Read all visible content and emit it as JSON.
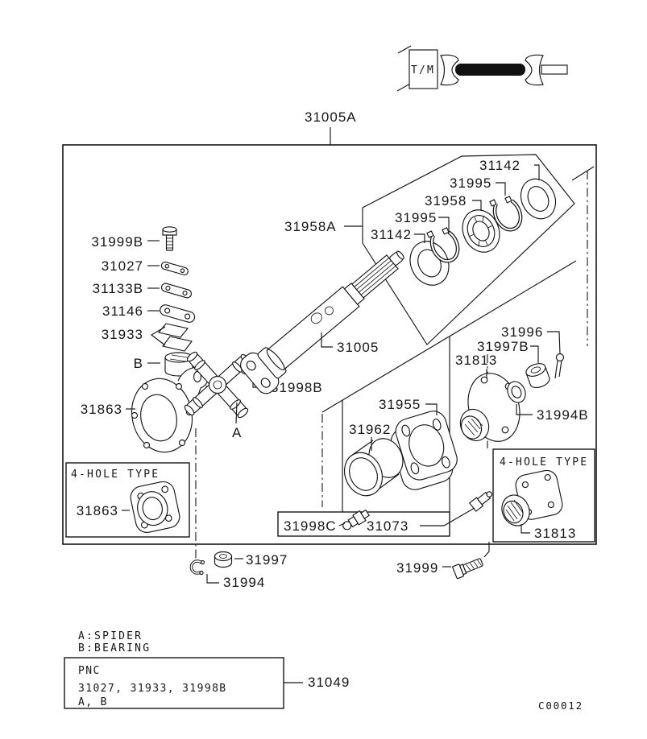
{
  "colors": {
    "line": "#161616",
    "background": "#ffffff"
  },
  "schematic": {
    "tm_label": "T/M"
  },
  "callouts": {
    "assembly": "31005A",
    "p31999b": "31999B",
    "p31027": "31027",
    "p31133b": "31133B",
    "p31146": "31146",
    "p31933": "31933",
    "bearing_marker": "B",
    "p31863_main": "31863",
    "p31998b": "31998B",
    "spider_marker": "A",
    "p31005": "31005",
    "p31958a": "31958A",
    "p31142_near": "31142",
    "p31995_near": "31995",
    "p31958": "31958",
    "p31995_far": "31995",
    "p31142_far": "31142",
    "p31996": "31996",
    "p31997b": "31997B",
    "p31813_main": "31813",
    "p31994b": "31994B",
    "p31955": "31955",
    "p31962": "31962",
    "p31998c": "31998C",
    "p31073": "31073",
    "p31997": "31997",
    "p31994": "31994",
    "p31999": "31999",
    "p31049": "31049"
  },
  "four_hole_left": {
    "title": "4-HOLE TYPE",
    "part": "31863"
  },
  "four_hole_right": {
    "title": "4-HOLE TYPE",
    "part": "31813"
  },
  "legend": {
    "line_a": "A:SPIDER",
    "line_b": "B:BEARING"
  },
  "pnc_box": {
    "heading": "PNC",
    "parts_line": "31027, 31933, 31998B",
    "marker_line": "A, B"
  },
  "drawing_code": "C00012"
}
